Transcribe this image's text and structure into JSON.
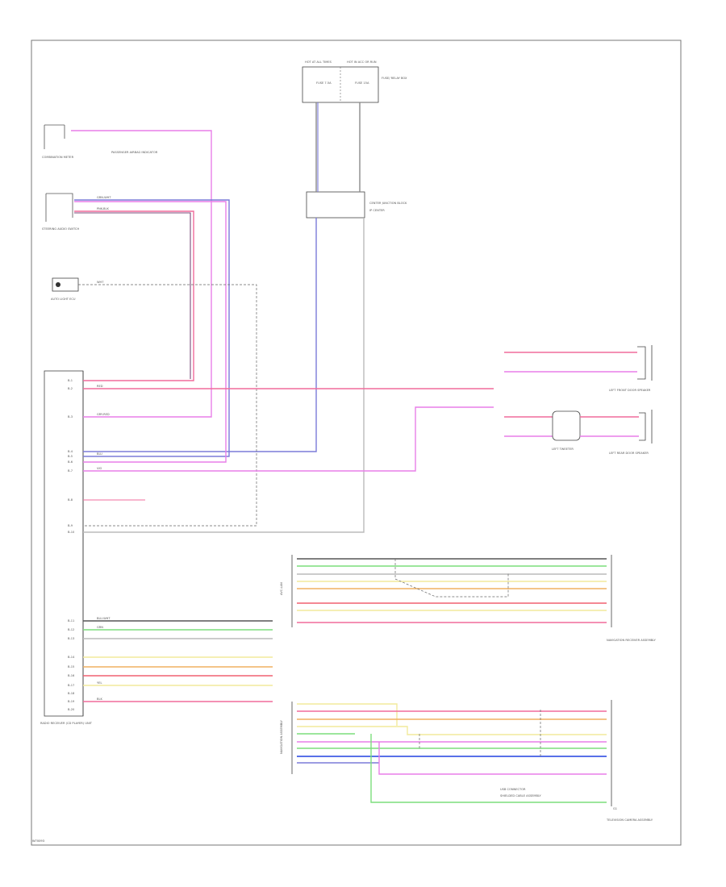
{
  "page": {
    "bottom_left_code": "W70093"
  },
  "wire_colors": {
    "pink": "#f06c9c",
    "magenta": "#e87fe8",
    "blue": "#7b7bd8",
    "gray": "#8a8a8a",
    "green": "#7cde7c",
    "yellow": "#f2ea9c",
    "orange": "#f0b060",
    "red": "#f06070",
    "dark": "#555555",
    "light_gray": "#bbbbbb",
    "bright_blue": "#2040e0"
  },
  "components": {
    "fuse_block": {
      "fuse_1": "HOT AT ALL TIMES",
      "fuse_2": "HOT IN ACC OR RUN",
      "name": "FUSE/ RELAY BOX",
      "sub_1": "FUSE 7.5A",
      "sub_2": "FUSE 15A"
    },
    "connector_mid": {
      "name": "CENTER JUNCTION BLOCK",
      "location": "IP CENTER"
    },
    "combination_meter": "COMBINATION METER",
    "dimmer_switch": "PASSENGER AIRBAG INDICATOR",
    "steering_switch": "STEERING AUDIO SWITCH",
    "ecu": "AUTO LIGHT ECU",
    "radio": "RADIO RECEIVER (CD PLAYER) UNIT",
    "left_front_speaker": "LEFT FRONT DOOR SPEAKER",
    "left_tweeter": "LEFT TWEETER",
    "left_rear_speaker": "LEFT REAR DOOR SPEAKER",
    "usb_connector": "USB CONNECTOR",
    "navigation": "NAVIGATION RECEIVER ASSEMBLY",
    "television_camera": "TELEVISION CAMERA ASSEMBLY",
    "shield_note": "SHIELDED CABLE ASSEMBLY",
    "ground_label": "G1"
  },
  "wire_labels": {
    "w1": "GRN-WHT",
    "w2": "BLU-WHT",
    "w3": "PNK-BLK",
    "w4": "GRY-RED",
    "w5": "WHT",
    "w6": "RED",
    "w7": "BLU",
    "w8": "YEL",
    "w9": "GRN",
    "w10": "BLK",
    "w11": "VIO"
  },
  "radio_pins": [
    "B-1",
    "B-2",
    "B-3",
    "B-4",
    "B-5",
    "B-6",
    "B-7",
    "B-8",
    "B-9",
    "B-10",
    "B-11",
    "B-12",
    "B-13",
    "B-14",
    "B-15",
    "B-16",
    "B-17",
    "B-18",
    "B-19",
    "B-20"
  ],
  "bus_labels": {
    "upper_side": "AVC-LAN",
    "lower_side": "NAVIGATION ASSEMBLY"
  }
}
